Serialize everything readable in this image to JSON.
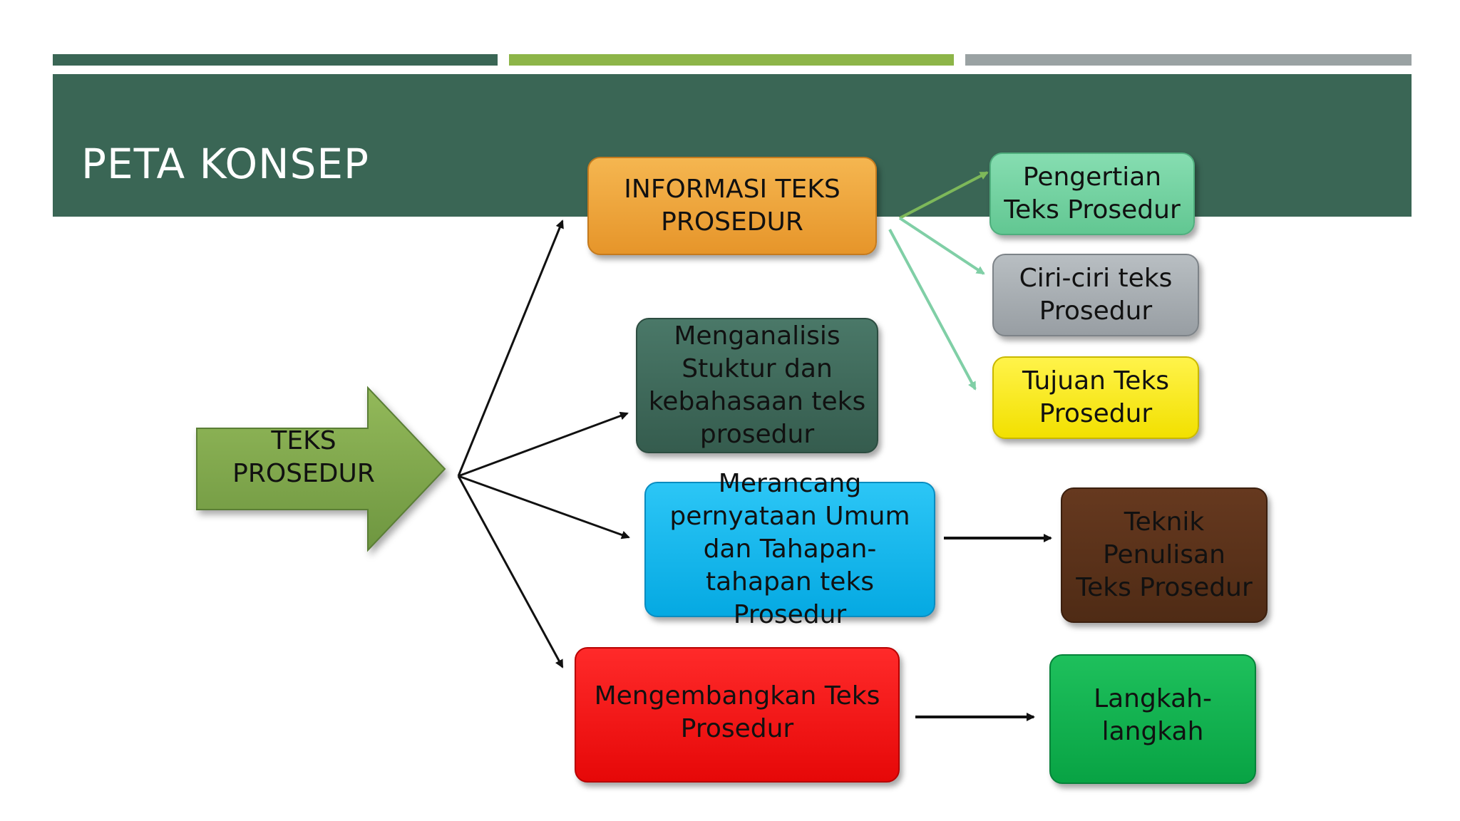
{
  "slide": {
    "title": "PETA KONSEP"
  },
  "colors": {
    "bar_dark": "#3a6655",
    "bar_green": "#8db548",
    "bar_gray": "#9aa2a3",
    "header_band": "#3a6655"
  },
  "root": {
    "label": "TEKS\nPROSEDUR",
    "color": "#7fa44a"
  },
  "branches": [
    {
      "id": "informasi",
      "label": "INFORMASI TEKS\nPROSEDUR",
      "color": "#eea43a"
    },
    {
      "id": "menganalisis",
      "label": "Menganalisis\nStuktur dan\nkebahasaan teks\nprosedur",
      "color": "#3f6a5b"
    },
    {
      "id": "merancang",
      "label": "Merancang\npernyataan Umum\ndan Tahapan-\ntahapan teks\nProsedur",
      "color": "#12b9f0"
    },
    {
      "id": "mengembangkan",
      "label": "Mengembangkan Teks\nProsedur",
      "color": "#f21010"
    }
  ],
  "sub_nodes": [
    {
      "id": "pengertian",
      "label": "Pengertian\nTeks Prosedur",
      "color": "#72d4a2"
    },
    {
      "id": "ciri",
      "label": "Ciri-ciri teks\nProsedur",
      "color": "#a8aeb2"
    },
    {
      "id": "tujuan",
      "label": "Tujuan Teks\nProsedur",
      "color": "#ffee00"
    },
    {
      "id": "teknik",
      "label": "Teknik\nPenulisan\nTeks Prosedur",
      "color": "#5a321a"
    },
    {
      "id": "langkah",
      "label": "Langkah-\nlangkah",
      "color": "#0fb04e"
    }
  ]
}
